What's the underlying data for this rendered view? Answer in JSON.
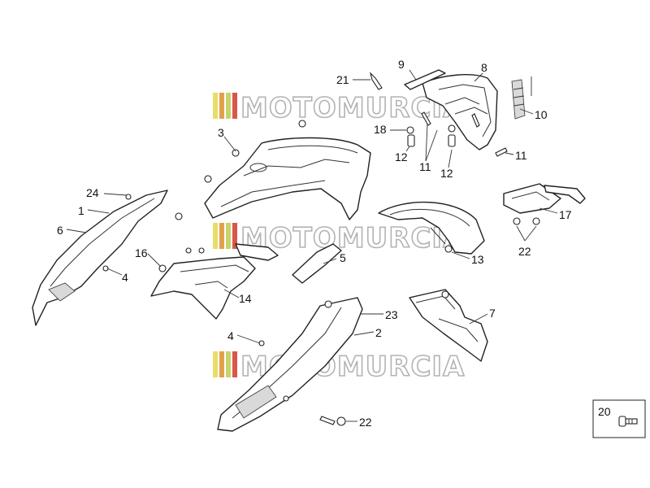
{
  "watermark": {
    "text": "MOTOMURCIA",
    "stripe_colors": [
      "#e8dc6a",
      "#e3a04a",
      "#c9d36a",
      "#d8574a"
    ]
  },
  "callouts": [
    {
      "id": "c9",
      "label": "9"
    },
    {
      "id": "c8",
      "label": "8"
    },
    {
      "id": "c21",
      "label": "21"
    },
    {
      "id": "c10",
      "label": "10"
    },
    {
      "id": "c3",
      "label": "3"
    },
    {
      "id": "c18",
      "label": "18"
    },
    {
      "id": "c12a",
      "label": "12"
    },
    {
      "id": "c11a",
      "label": "11"
    },
    {
      "id": "c12b",
      "label": "12"
    },
    {
      "id": "c11b",
      "label": "11"
    },
    {
      "id": "c24",
      "label": "24"
    },
    {
      "id": "c1",
      "label": "1"
    },
    {
      "id": "c6",
      "label": "6"
    },
    {
      "id": "c17",
      "label": "17"
    },
    {
      "id": "c22a",
      "label": "22"
    },
    {
      "id": "c16",
      "label": "16"
    },
    {
      "id": "c5",
      "label": "5"
    },
    {
      "id": "c13",
      "label": "13"
    },
    {
      "id": "c4a",
      "label": "4"
    },
    {
      "id": "c14",
      "label": "14"
    },
    {
      "id": "c7",
      "label": "7"
    },
    {
      "id": "c23",
      "label": "23"
    },
    {
      "id": "c2",
      "label": "2"
    },
    {
      "id": "c4b",
      "label": "4"
    },
    {
      "id": "c22b",
      "label": "22"
    },
    {
      "id": "c20",
      "label": "20"
    }
  ]
}
